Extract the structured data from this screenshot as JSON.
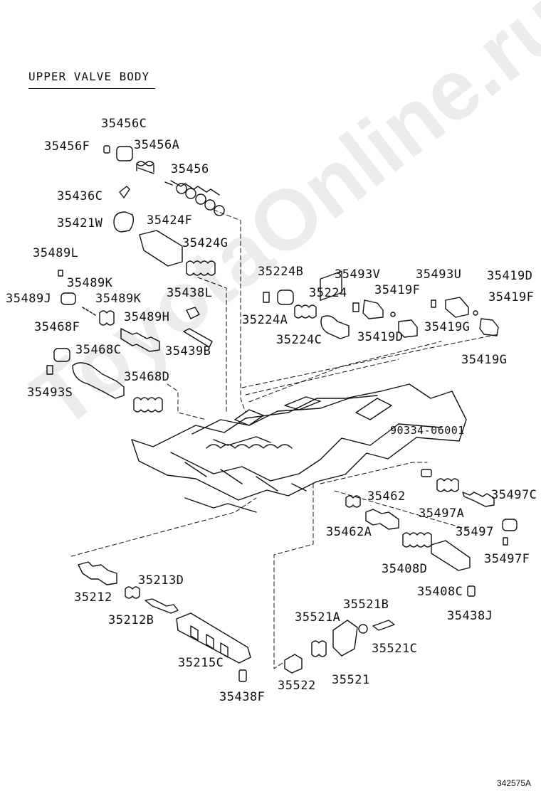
{
  "diagram": {
    "title": "UPPER VALVE BODY",
    "figure_code": "342575A",
    "watermark": "ToyotaOnline.ru",
    "parts": {
      "p35456C": "35456C",
      "p35456F": "35456F",
      "p35456A": "35456A",
      "p35456": "35456",
      "p35436C": "35436C",
      "p35421W": "35421W",
      "p35424F": "35424F",
      "p35424G": "35424G",
      "p35489L": "35489L",
      "p35489K1": "35489K",
      "p35489J": "35489J",
      "p35489K2": "35489K",
      "p35438L": "35438L",
      "p35489H": "35489H",
      "p35468F": "35468F",
      "p35468C": "35468C",
      "p35439B": "35439B",
      "p35493S": "35493S",
      "p35468D": "35468D",
      "p35224B": "35224B",
      "p35224": "35224",
      "p35224A": "35224A",
      "p35224C": "35224C",
      "p35493V": "35493V",
      "p35419F1": "35419F",
      "p35419D1": "35419D",
      "p35493U": "35493U",
      "p35419D2": "35419D",
      "p35419F2": "35419F",
      "p35419G1": "35419G",
      "p35419G2": "35419G",
      "p90334": "90334-06001",
      "p35462": "35462",
      "p35462A": "35462A",
      "p35497C": "35497C",
      "p35497A": "35497A",
      "p35497": "35497",
      "p35497F": "35497F",
      "p35408D": "35408D",
      "p35408C": "35408C",
      "p35438J": "35438J",
      "p35212": "35212",
      "p35213D": "35213D",
      "p35212B": "35212B",
      "p35215C": "35215C",
      "p35438F": "35438F",
      "p35521A": "35521A",
      "p35521B": "35521B",
      "p35521C": "35521C",
      "p35522": "35522",
      "p35521": "35521"
    }
  }
}
